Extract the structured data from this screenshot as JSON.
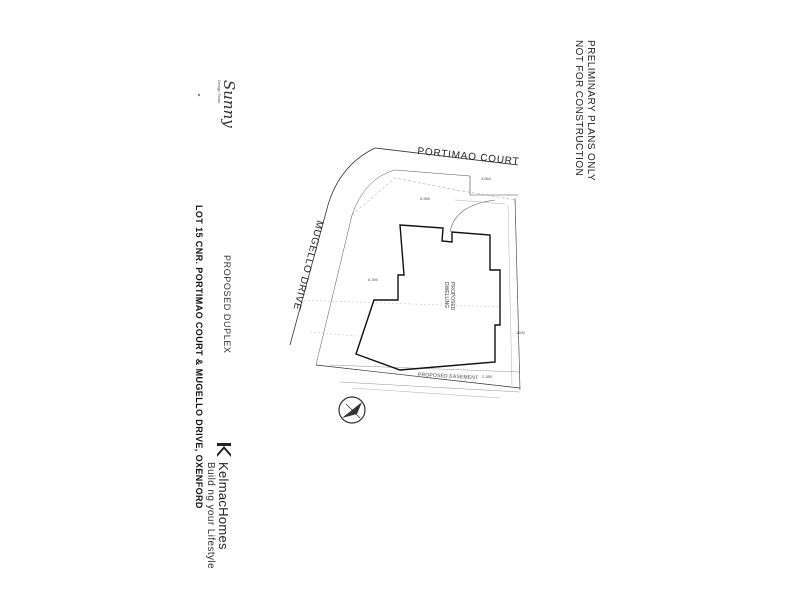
{
  "notice": {
    "line1": "PRELIMINARY PLANS ONLY",
    "line2": "NOT FOR CONSTRUCTION"
  },
  "streets": {
    "top": "PORTIMAO COURT",
    "left": "MUGELLO DRIVE"
  },
  "building": {
    "label_line1": "PROPOSED",
    "label_line2": "DWELLING"
  },
  "easement": "PROPOSED EASEMENT",
  "dimensions": {
    "d1": "3.664",
    "d2": "5.960",
    "d3": "6.390",
    "d4": "1500",
    "d5": "2.380"
  },
  "title": {
    "line1": "PROPOSED DUPLEX",
    "line2": "LOT 15 CNR. PORTIMAO COURT & MUGELLO DRIVE, OXENFORD"
  },
  "brand": {
    "name": "KelmacHomes",
    "tagline": "Build ng your Lifestyle",
    "partner_logo": "Sunny",
    "partner_sub": "Design Team"
  },
  "colors": {
    "line": "#222222",
    "building": "#111111",
    "light": "#b0b0b0"
  }
}
